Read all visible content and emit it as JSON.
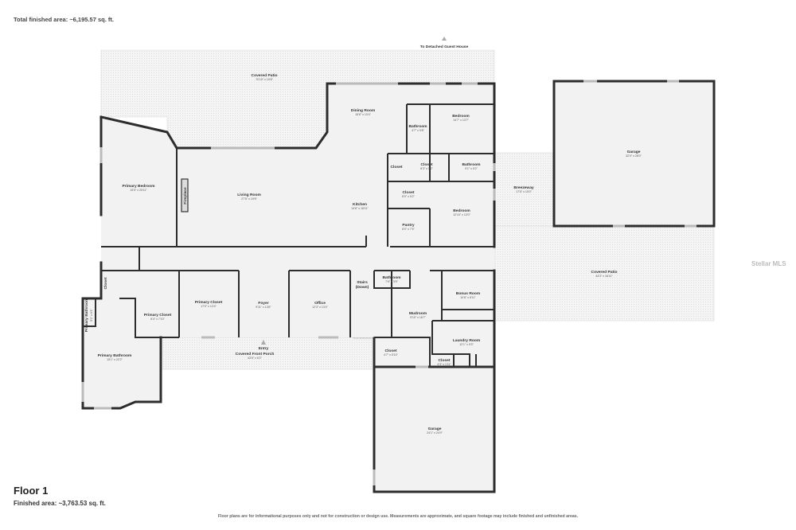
{
  "header": {
    "total_area": "Total finished area: ~6,195.57 sq. ft."
  },
  "floor": {
    "title": "Floor 1",
    "area": "Finished area: ~3,763.53 sq. ft."
  },
  "disclaimer": "Floor plans are for informational purposes only and not for construction or design use. Measurements are approximate, and square footage may include finished and unfinished areas.",
  "watermark": "Stellar MLS",
  "rooms": {
    "covered_patio_top": {
      "name": "Covered Patio",
      "dims": "70'10\" x 19'8\""
    },
    "to_guest_house": {
      "name": "To Detached Guest House"
    },
    "dining_room": {
      "name": "Dining Room",
      "dims": "15'6\" x 10'4\""
    },
    "bathroom_upper": {
      "name": "Bathroom",
      "dims": "4'7\" x 9'8\""
    },
    "bedroom_upper": {
      "name": "Bedroom",
      "dims": "14'7\" x 13'7\""
    },
    "closet_small_a": {
      "name": "Closet"
    },
    "closet_upper_mid": {
      "name": "Closet",
      "dims": "8'3\" x 5'2\""
    },
    "bathroom_mid": {
      "name": "Bathroom",
      "dims": "9'1\" x 5'2\""
    },
    "closet_mid": {
      "name": "Closet",
      "dims": "8'0\" x 5'2\""
    },
    "bedroom_lower": {
      "name": "Bedroom",
      "dims": "12'10\" x 13'0\""
    },
    "pantry": {
      "name": "Pantry",
      "dims": "8'0\" x 7'5\""
    },
    "kitchen": {
      "name": "Kitchen",
      "dims": "14'6\" x 18'11\""
    },
    "living_room": {
      "name": "Living Room",
      "dims": "27'6\" x 19'6\""
    },
    "fireplace": {
      "name": "Fireplace"
    },
    "primary_bedroom": {
      "name": "Primary Bedroom",
      "dims": "15'5\" x 25'11\""
    },
    "breezeway": {
      "name": "Breezeway",
      "dims": "17'5\" x 15'0\""
    },
    "garage_right": {
      "name": "Garage",
      "dims": "32'0\" x 28'0\""
    },
    "covered_patio_right": {
      "name": "Covered Patio",
      "dims": "44'3\" x 16'11\""
    },
    "closet_left": {
      "name": "Closet"
    },
    "primary_bath_small": {
      "name": "Primary Bathroom",
      "dims": "5'1\" x 6'1\""
    },
    "primary_closet_small": {
      "name": "Primary Closet",
      "dims": "8'4\" x 7'10\""
    },
    "primary_closet": {
      "name": "Primary Closet",
      "dims": "17'0\" x 13'4\""
    },
    "foyer": {
      "name": "Foyer",
      "dims": "9'11\" x 13'6\""
    },
    "office": {
      "name": "Office",
      "dims": "12'3\" x 13'4\""
    },
    "stairs": {
      "name": "Stairs",
      "sub": "(Down)"
    },
    "bathroom_small": {
      "name": "Bathroom",
      "dims": "7'6\" x 3'5\""
    },
    "mudroom": {
      "name": "Mudroom",
      "dims": "9'10\" x 18'7\""
    },
    "bonus_room": {
      "name": "Bonus Room",
      "dims": "10'6\" x 8'11\""
    },
    "laundry_room": {
      "name": "Laundry Room",
      "dims": "12'1\" x 9'3\""
    },
    "closet_laundry": {
      "name": "Closet",
      "dims": "4'3\" x 1'11\""
    },
    "closet_garage": {
      "name": "Closet",
      "dims": "4'7\" x 5'10\""
    },
    "primary_bathroom": {
      "name": "Primary Bathroom",
      "dims": "15'1\" x 22'2\""
    },
    "entry": {
      "name": "Entry"
    },
    "covered_front_porch": {
      "name": "Covered Front Porch",
      "dims": "43'5\" x 6'2\""
    },
    "garage_bottom": {
      "name": "Garage",
      "dims": "24'1\" x 24'9\""
    }
  }
}
